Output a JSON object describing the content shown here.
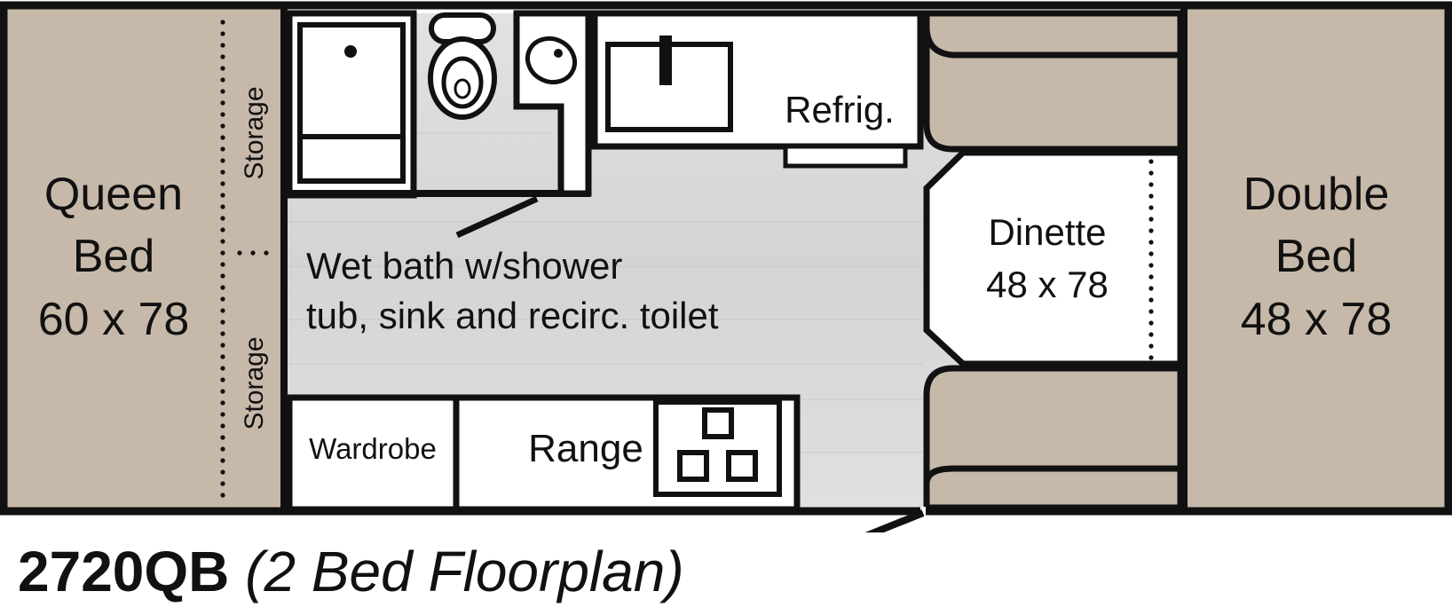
{
  "colors": {
    "outline": "#111111",
    "bed": "#c7b9aa",
    "floor": "#dcdcdc",
    "fixture": "#ffffff",
    "text": "#111111"
  },
  "rooms": {
    "queen_bed": {
      "line1": "Queen",
      "line2": "Bed",
      "dims": "60 x 78"
    },
    "storage_top": "Storage",
    "storage_bottom": "Storage",
    "refrigerator": "Refrig.",
    "dinette": {
      "line1": "Dinette",
      "dims": "48 x 78"
    },
    "double_bed": {
      "line1": "Double",
      "line2": "Bed",
      "dims": "48 x 78"
    },
    "wardrobe": "Wardrobe",
    "range": "Range",
    "wet_bath_note": {
      "line1": "Wet bath w/shower",
      "line2": "tub, sink and recirc. toilet"
    }
  },
  "caption": {
    "model": "2720QB",
    "description": "(2 Bed Floorplan)"
  }
}
